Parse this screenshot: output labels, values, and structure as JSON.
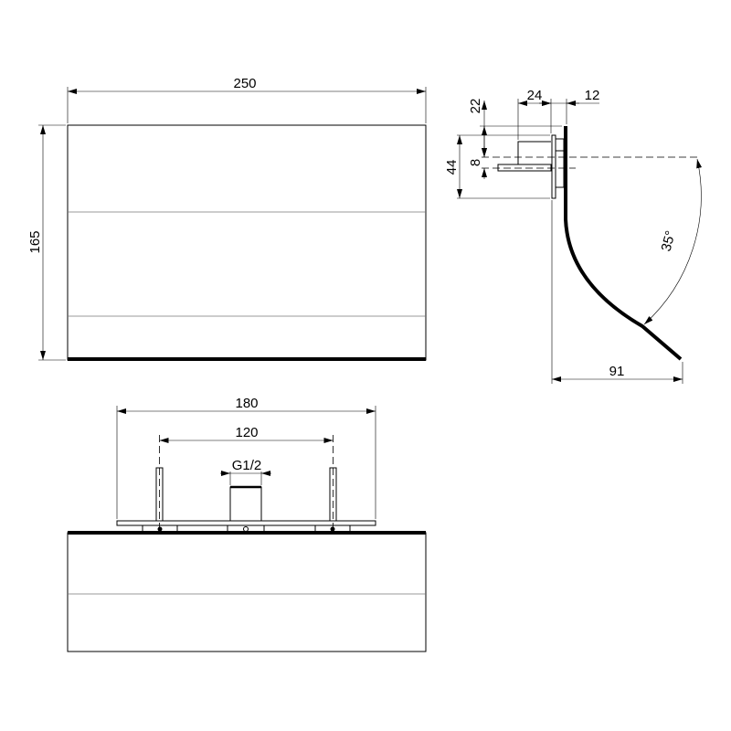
{
  "front_view": {
    "width_dim": "250",
    "height_dim": "165"
  },
  "side_view": {
    "dim_22": "22",
    "dim_24": "24",
    "dim_12": "12",
    "dim_44": "44",
    "dim_8": "8",
    "angle": "35°",
    "projection": "91"
  },
  "top_view": {
    "dim_180": "180",
    "dim_120": "120",
    "thread": "G1/2"
  }
}
